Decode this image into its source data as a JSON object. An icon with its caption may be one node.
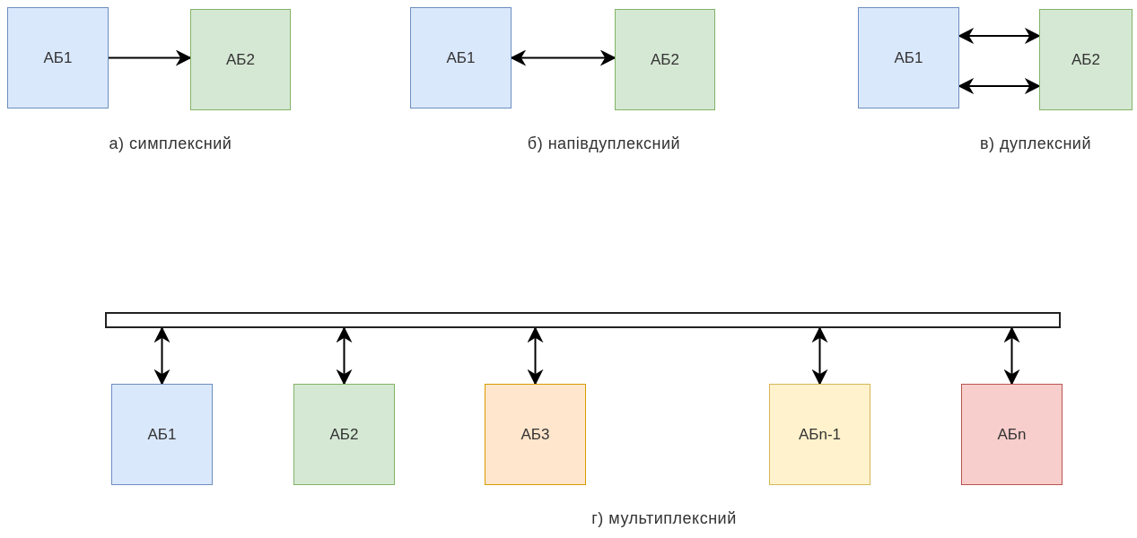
{
  "diagram": {
    "nodes": [
      {
        "text": [
          "АБ1"
        ]
      },
      {
        "text": [
          "АБ2"
        ]
      },
      {
        "text": [
          "АБ1"
        ]
      },
      {
        "text": [
          "АБ2"
        ]
      },
      {
        "text": [
          "АБ1"
        ]
      },
      {
        "text": [
          "АБ2"
        ]
      },
      {
        "text": [],
        "shape": "bar"
      },
      {
        "text": [
          "АБ1"
        ]
      },
      {
        "text": [
          "АБ2"
        ]
      },
      {
        "text": [
          "АБ3"
        ]
      },
      {
        "text": [
          "АБn-1"
        ]
      },
      {
        "text": [
          "АБn"
        ]
      }
    ],
    "edges": [
      {
        "from": 0,
        "to": 1,
        "arrow": "to"
      },
      {
        "from": 2,
        "to": 3,
        "arrow": "both"
      },
      {
        "from": 4,
        "to": 5,
        "arrow": "both"
      },
      {
        "from": 4,
        "to": 5,
        "arrow": "both"
      },
      {
        "from": 6,
        "to": 7,
        "arrow": "both"
      },
      {
        "from": 6,
        "to": 8,
        "arrow": "both"
      },
      {
        "from": 6,
        "to": 9,
        "arrow": "both"
      },
      {
        "from": 6,
        "to": 10,
        "arrow": "both"
      },
      {
        "from": 6,
        "to": 11,
        "arrow": "both"
      }
    ],
    "labels": [
      "а) симплексний",
      "б) напівдуплексний",
      "в) дуплексний",
      "г) мультиплексний"
    ]
  }
}
